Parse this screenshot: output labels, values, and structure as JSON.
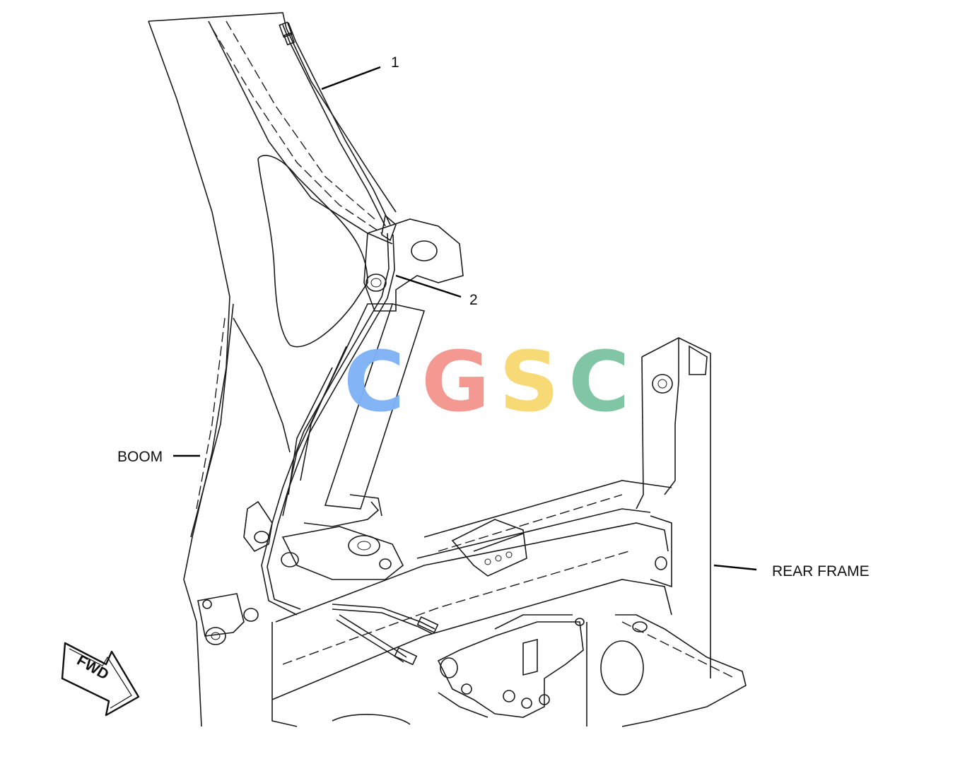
{
  "callouts": {
    "c1": "1",
    "c2": "2"
  },
  "labels": {
    "boom": "BOOM",
    "rear_frame": "REAR FRAME",
    "direction": "FWD"
  },
  "watermark": {
    "letters": [
      "C",
      "G",
      "S",
      "C"
    ],
    "colors": [
      "#7fb2f5",
      "#f4958f",
      "#f7d872",
      "#7cc5a2"
    ]
  }
}
